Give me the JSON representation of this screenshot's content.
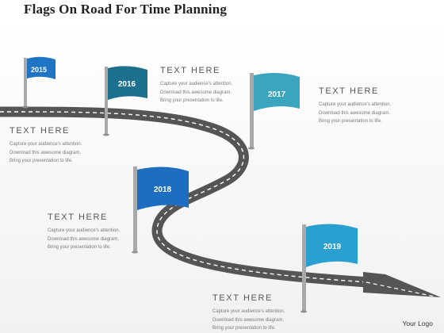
{
  "title": "Flags On Road For Time Planning",
  "flags": [
    {
      "year": "2015",
      "color": "#1f74c3"
    },
    {
      "year": "2016",
      "color": "#1d6f8e"
    },
    {
      "year": "2017",
      "color": "#3aa5bd"
    },
    {
      "year": "2018",
      "color": "#1d6ec0"
    },
    {
      "year": "2019",
      "color": "#2aa0d0"
    }
  ],
  "text_blocks": [
    {
      "heading": "TEXT HERE",
      "lines": [
        "Capture your audience's  attention.",
        "Download this awesome diagram.",
        "Bring your presentation  to life."
      ]
    },
    {
      "heading": "TEXT HERE",
      "lines": [
        "Capture your audience's  attention.",
        "Download this awesome diagram.",
        "Bring your presentation  to life."
      ]
    },
    {
      "heading": "TEXT HERE",
      "lines": [
        "Capture your audience's  attention.",
        "Download this awesome diagram.",
        "Bring your presentation  to life."
      ]
    },
    {
      "heading": "TEXT HERE",
      "lines": [
        "Capture your audience's  attention.",
        "Download this awesome diagram.",
        "Bring your presentation  to life."
      ]
    },
    {
      "heading": "TEXT HERE",
      "lines": [
        "Capture your audience's  attention.",
        "Download this awesome diagram.",
        "Bring your presentation  to life."
      ]
    }
  ],
  "logo": "Your Logo",
  "colors": {
    "road": "#555555",
    "road_dash": "#ffffff",
    "pole": "#a9a9a9"
  }
}
